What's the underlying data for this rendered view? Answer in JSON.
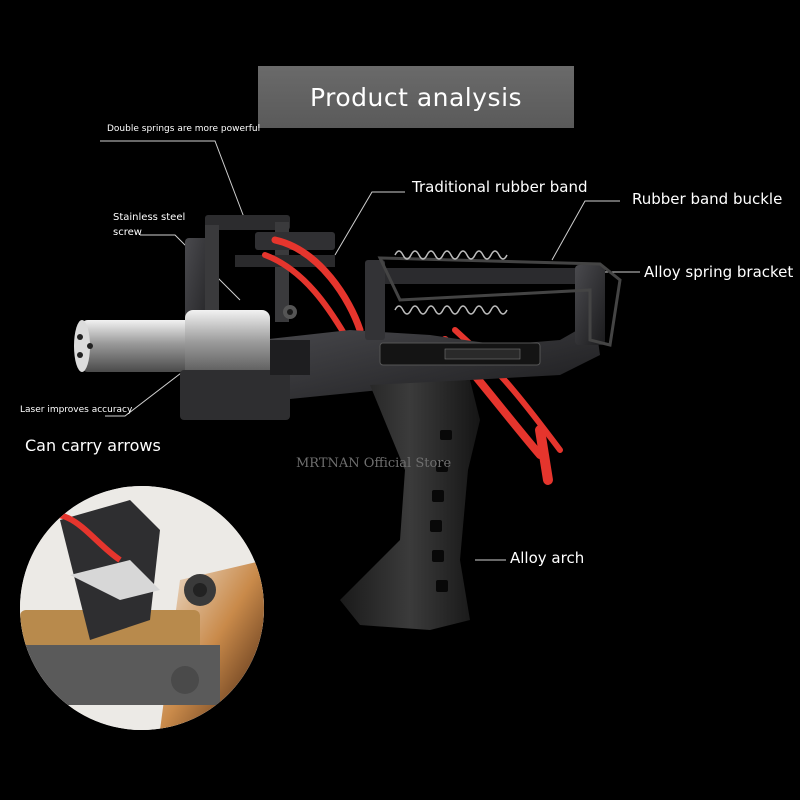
{
  "title": "Product analysis",
  "callouts": {
    "double_springs": "Double springs are more powerful",
    "stainless_line1": "Stainless steel",
    "stainless_line2": "screw",
    "laser": "Laser improves accuracy",
    "carry_arrows": "Can carry arrows",
    "rubber_band": "Traditional rubber band",
    "buckle": "Rubber band buckle",
    "spring_bracket": "Alloy spring bracket",
    "arch": "Alloy arch"
  },
  "watermark": "MRTNAN Official Store",
  "colors": {
    "background": "#000000",
    "banner": "#606060",
    "band": "#e5352d",
    "metal": "#2a2a2c",
    "line": "#cfcfcf"
  }
}
